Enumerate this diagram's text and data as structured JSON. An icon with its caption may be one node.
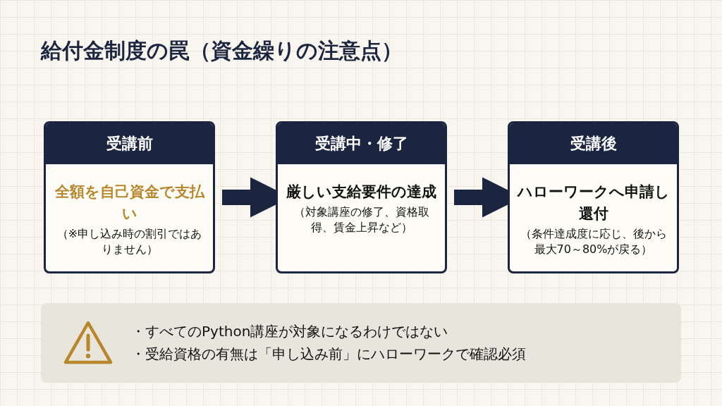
{
  "diagram": {
    "title": "給付金制度の罠（資金繰りの注意点）",
    "nodes": [
      {
        "text": [
          "受講前",
          "全額を自己資金で支払い",
          "（※申し込み時の割引ではありません）"
        ]
      },
      {
        "text": [
          "受講中・修了",
          "厳しい支給要件の達成",
          "（対象講座の修了、資格取得、賃金上昇など）"
        ]
      },
      {
        "text": [
          "受講後",
          "ハローワークへ申請し還付",
          "（条件達成度に応じ、後から最大70～80%が戻る）"
        ]
      },
      {
        "text": [
          "・すべてのPython講座が対象になるわけではない",
          "・受給資格の有無は「申し込み前」にハローワークで確認必須"
        ]
      }
    ],
    "edges": [
      {
        "from": 0,
        "to": 1,
        "arrow": "to"
      },
      {
        "from": 1,
        "to": 2,
        "arrow": "to"
      }
    ]
  }
}
